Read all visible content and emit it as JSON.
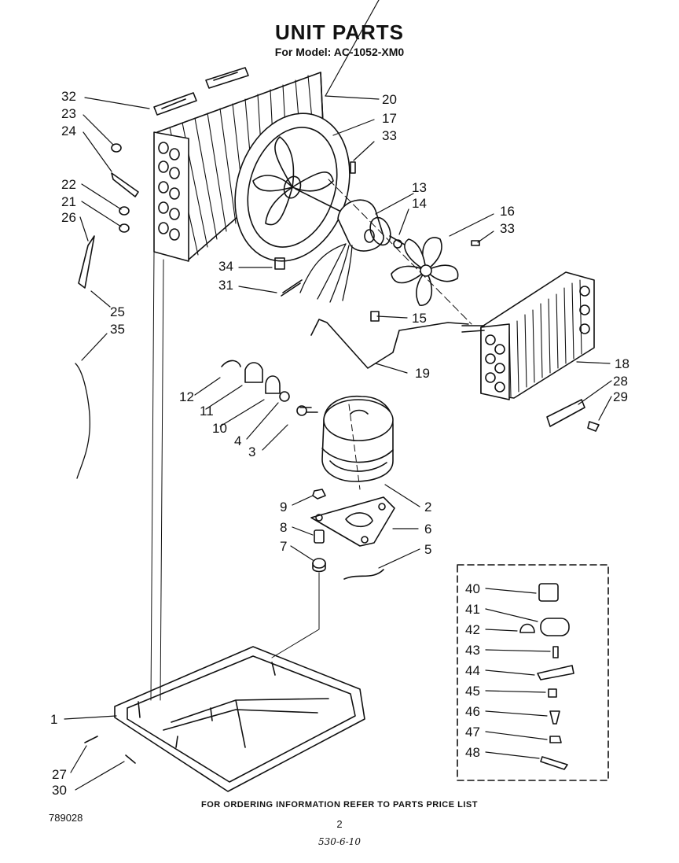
{
  "header": {
    "title": "UNIT PARTS",
    "subtitle": "For Model: AC-1052-XM0"
  },
  "callouts": [
    "1",
    "2",
    "3",
    "4",
    "5",
    "6",
    "7",
    "8",
    "9",
    "10",
    "11",
    "12",
    "13",
    "14",
    "15",
    "16",
    "17",
    "18",
    "19",
    "20",
    "21",
    "22",
    "23",
    "24",
    "25",
    "26",
    "27",
    "28",
    "29",
    "30",
    "31",
    "32",
    "33",
    "33",
    "34",
    "35",
    "40",
    "41",
    "42",
    "43",
    "44",
    "45",
    "46",
    "47",
    "48"
  ],
  "footer": {
    "ordering_note": "FOR ORDERING INFORMATION REFER TO PARTS PRICE LIST",
    "doc_number": "789028",
    "page_number": "2",
    "handwritten_note": "530-6-10"
  }
}
